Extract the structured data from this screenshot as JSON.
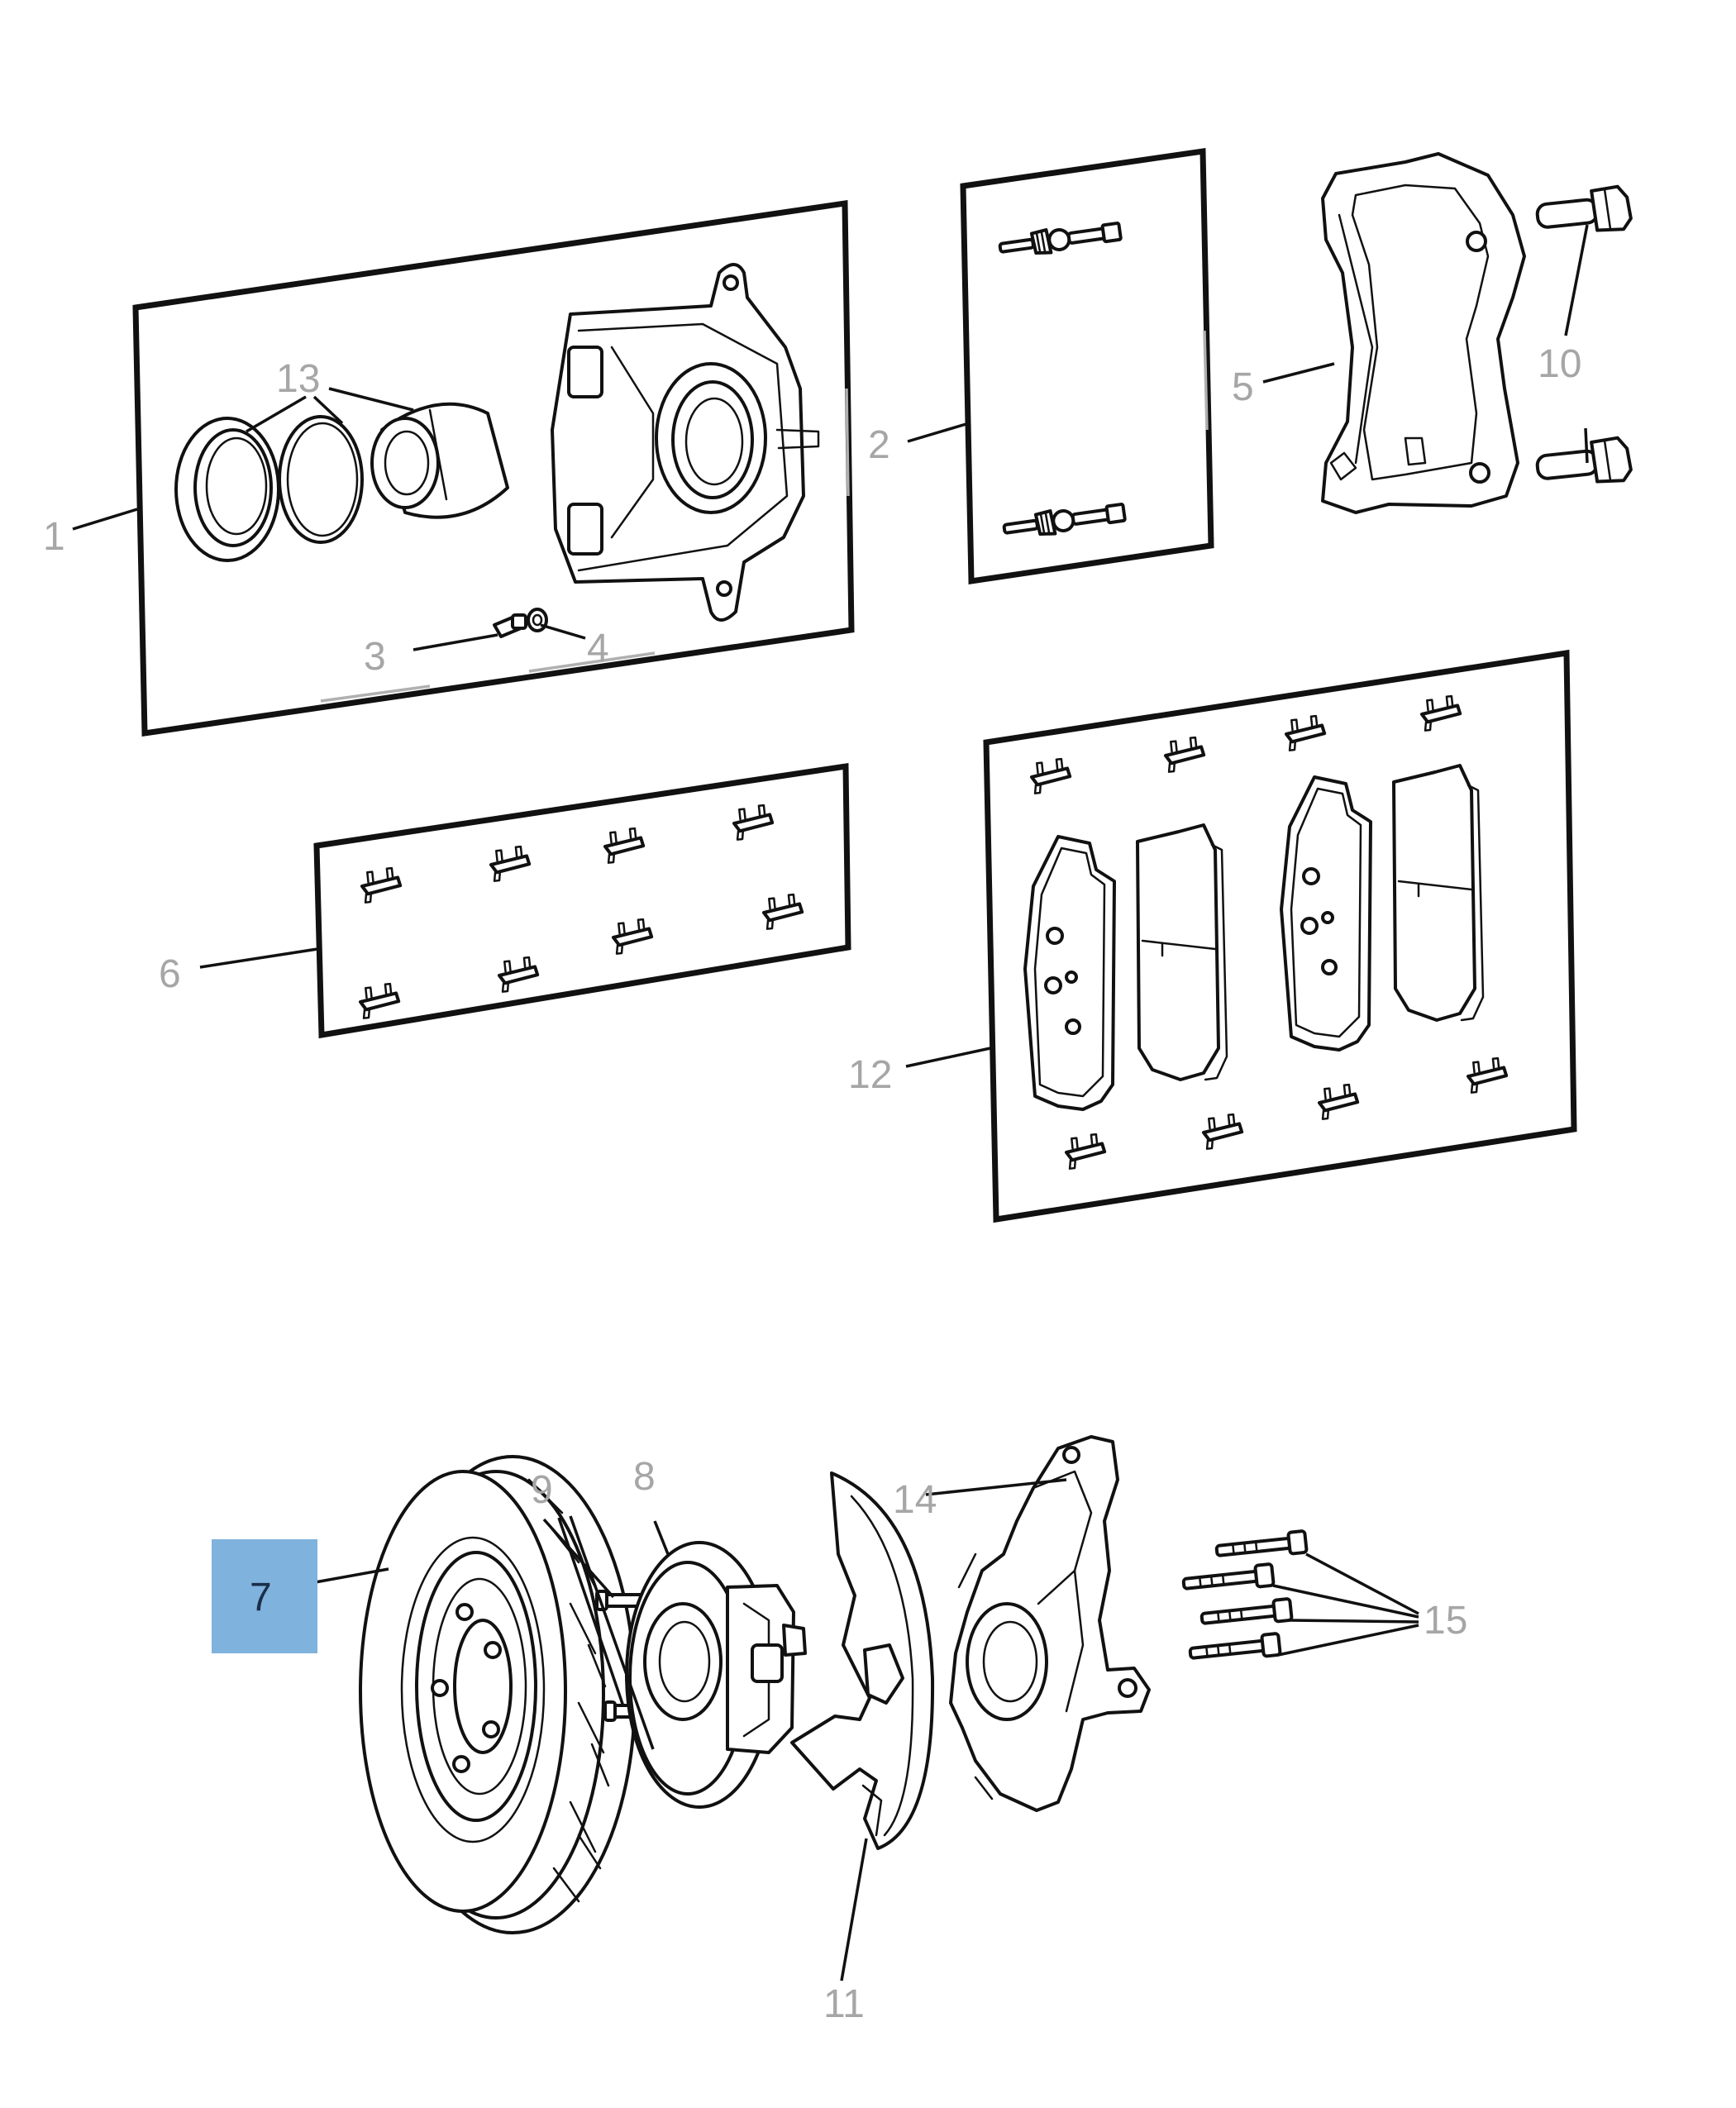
{
  "callouts": {
    "c1": "1",
    "c2": "2",
    "c3": "3",
    "c4": "4",
    "c5": "5",
    "c6": "6",
    "c7": "7",
    "c8": "8",
    "c9": "9",
    "c10": "10",
    "c11": "11",
    "c12": "12",
    "c13": "13",
    "c14": "14",
    "c15": "15"
  },
  "selected_callout": "7",
  "colors": {
    "highlight": "#7fb2dc",
    "callout_text": "#a6a6a6",
    "selected_text": "#1a2e4a",
    "line_art": "#111111"
  }
}
